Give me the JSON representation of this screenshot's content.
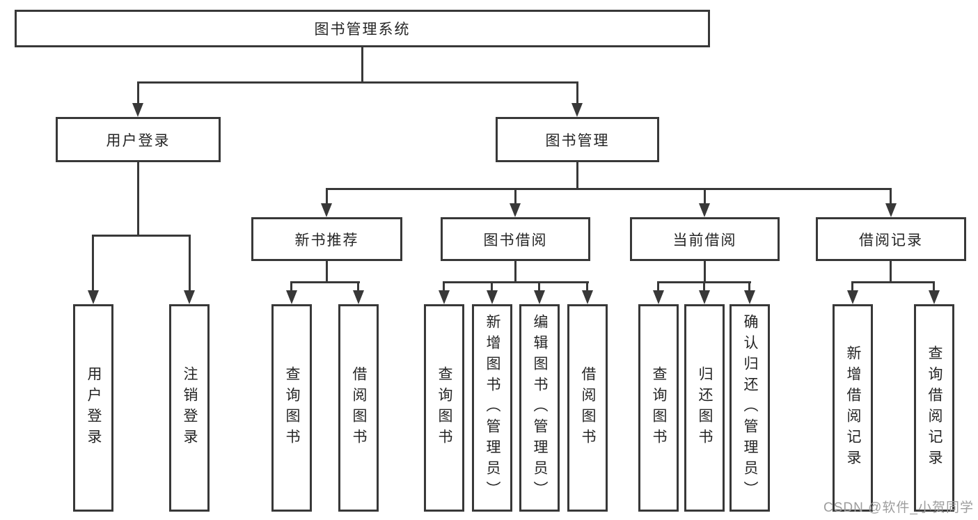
{
  "diagram": {
    "type": "hierarchy-diagram",
    "root": {
      "label": "图书管理系统",
      "children": [
        {
          "label": "用户登录",
          "children": [
            {
              "label": "用户登录"
            },
            {
              "label": "注销登录"
            }
          ]
        },
        {
          "label": "图书管理",
          "children": [
            {
              "label": "新书推荐",
              "children": [
                {
                  "label": "查询图书"
                },
                {
                  "label": "借阅图书"
                }
              ]
            },
            {
              "label": "图书借阅",
              "children": [
                {
                  "label": "查询图书"
                },
                {
                  "label": "新增图书（管理员）"
                },
                {
                  "label": "编辑图书（管理员）"
                },
                {
                  "label": "借阅图书"
                }
              ]
            },
            {
              "label": "当前借阅",
              "children": [
                {
                  "label": "查询图书"
                },
                {
                  "label": "归还图书"
                },
                {
                  "label": "确认归还（管理员）"
                }
              ]
            },
            {
              "label": "借阅记录",
              "children": [
                {
                  "label": "新增借阅记录"
                },
                {
                  "label": "查询借阅记录"
                }
              ]
            }
          ]
        }
      ]
    }
  },
  "watermark": {
    "text": "CSDN @软件_小贺同学",
    "color": "#9d9d9d"
  },
  "colors": {
    "background": "#ffffff",
    "line": "#383838",
    "box_border": "#383838",
    "text": "#252525"
  }
}
